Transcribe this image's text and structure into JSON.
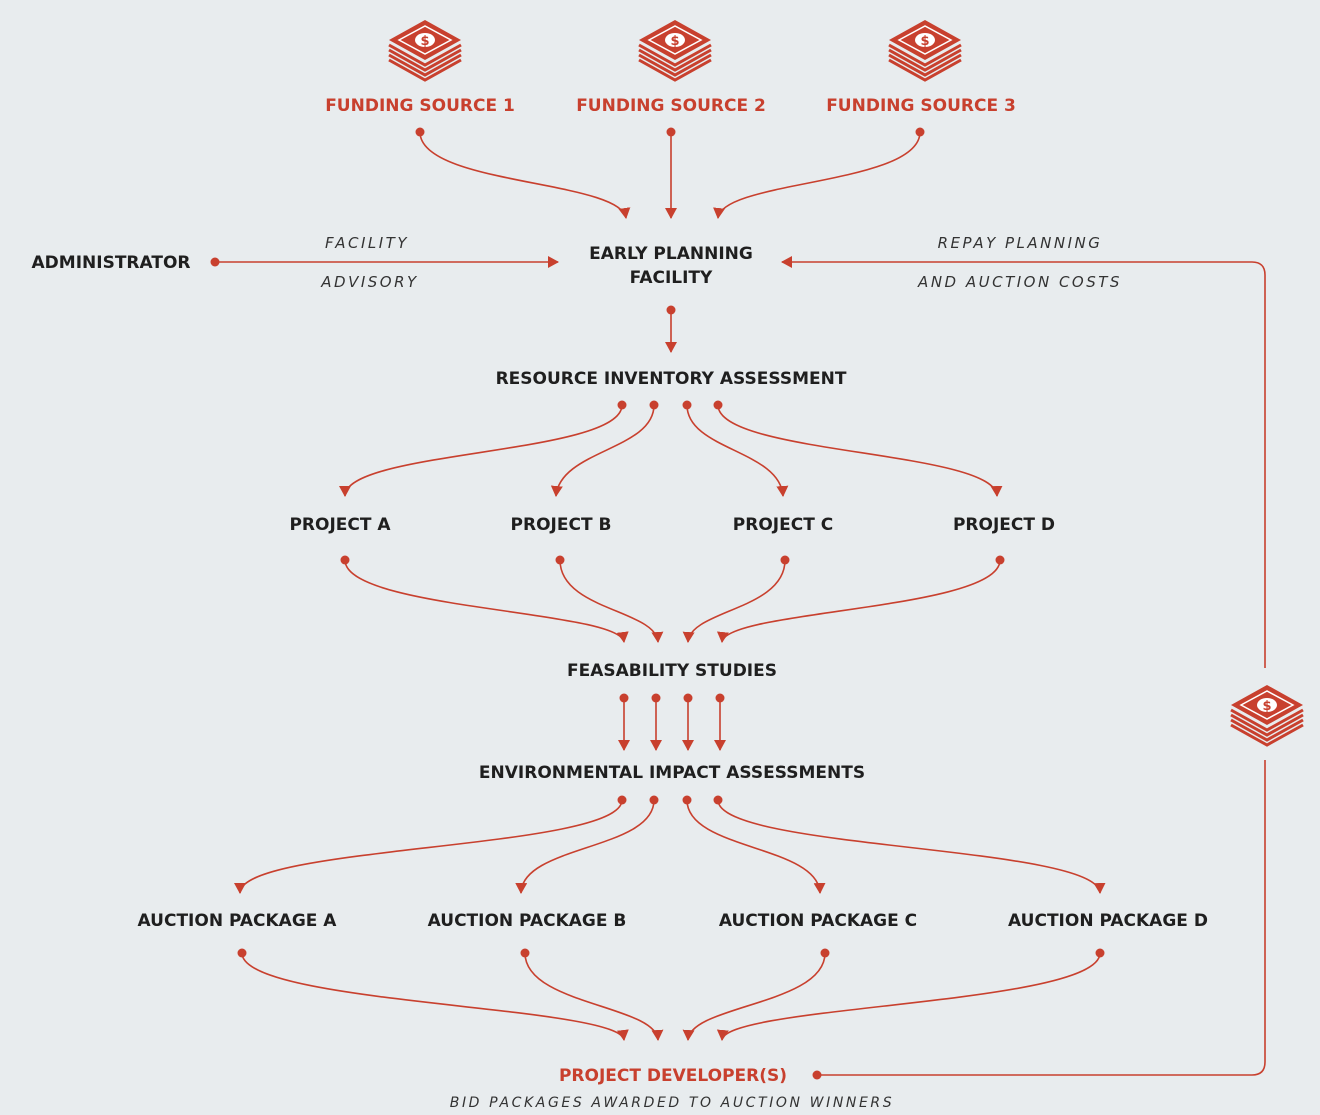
{
  "colors": {
    "accent": "#c8402e",
    "text": "#1f1f1f",
    "background": "#e8ecee"
  },
  "icons": [
    "money-stack-icon",
    "money-stack-icon",
    "money-stack-icon",
    "money-stack-icon"
  ],
  "funding_sources": [
    "FUNDING SOURCE 1",
    "FUNDING SOURCE 2",
    "FUNDING SOURCE 3"
  ],
  "administrator": "ADMINISTRATOR",
  "facility_advisory": {
    "line1": "FACILITY",
    "line2": "ADVISORY"
  },
  "early_planning": {
    "line1": "EARLY PLANNING",
    "line2": "FACILITY"
  },
  "repay": {
    "line1": "REPAY PLANNING",
    "line2": "AND AUCTION COSTS"
  },
  "resource_inventory": "RESOURCE INVENTORY ASSESSMENT",
  "projects": [
    "PROJECT A",
    "PROJECT B",
    "PROJECT C",
    "PROJECT D"
  ],
  "feasibility": "FEASABILITY STUDIES",
  "environmental": "ENVIRONMENTAL IMPACT ASSESSMENTS",
  "auction_packages": [
    "AUCTION PACKAGE A",
    "AUCTION PACKAGE B",
    "AUCTION PACKAGE C",
    "AUCTION PACKAGE D"
  ],
  "project_developer": "PROJECT DEVELOPER(S)",
  "bid_note": "BID PACKAGES AWARDED TO AUCTION WINNERS"
}
